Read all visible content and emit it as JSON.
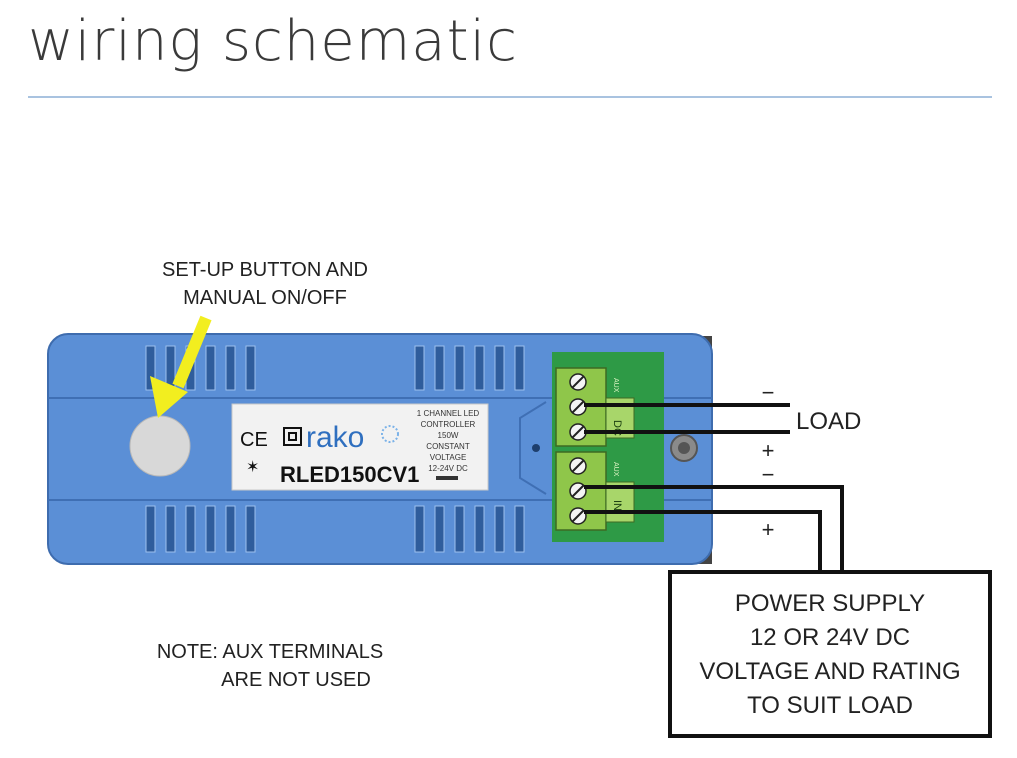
{
  "title": "wiring schematic",
  "callouts": {
    "setup_line1": "SET-UP BUTTON AND",
    "setup_line2": "MANUAL ON/OFF",
    "note_line1": "NOTE: AUX TERMINALS",
    "note_line2": "ARE NOT USED",
    "load": "LOAD"
  },
  "polarity": {
    "load_top": "−",
    "load_bottom": "+",
    "supply_top": "−",
    "supply_bottom": "+"
  },
  "label_plate": {
    "brand": "rako",
    "marks": "CE",
    "model": "RLED150CV1",
    "spec_lines": [
      "1 CHANNEL LED",
      "CONTROLLER",
      "150W",
      "CONSTANT",
      "VOLTAGE",
      "12-24V DC"
    ]
  },
  "terminal_blocks": {
    "top_side_label": "AUX",
    "top_block_label": "DC",
    "bottom_side_label": "AUX",
    "bottom_block_label": "IN"
  },
  "power_supply": {
    "lines": [
      "POWER SUPPLY",
      "12 OR 24V DC",
      "VOLTAGE AND RATING",
      "TO SUIT LOAD"
    ]
  },
  "colors": {
    "housing": "#5b8fd6",
    "housing_dark": "#3f6fb4",
    "terminal_green": "#8fc64a",
    "pcb_green": "#2e9a46",
    "arrow": "#f2ee1f",
    "button": "#d8d8d8"
  }
}
